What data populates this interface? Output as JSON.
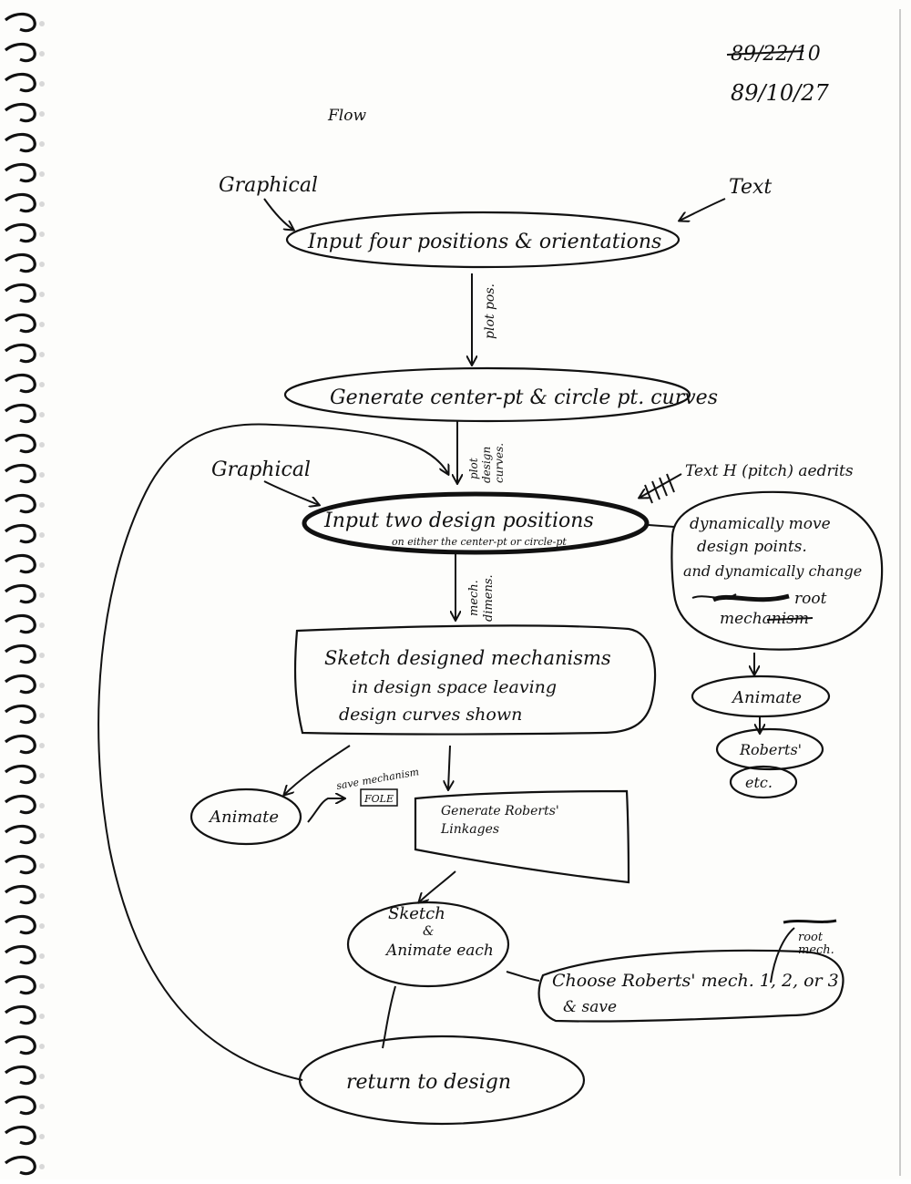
{
  "page": {
    "date_struck": "89/22/10",
    "date": "89/10/27",
    "title": "Flow"
  },
  "nodes": {
    "input_four": "Input four positions & orientations",
    "generate_curves": "Generate center-pt & circle pt. curves",
    "input_two": "Input two design positions",
    "input_two_sub": "on either the center-pt or circle-pt",
    "sketch_designed_1": "Sketch designed mechanisms",
    "sketch_designed_2": "in design space leaving",
    "sketch_designed_3": "design curves shown",
    "animate_left": "Animate",
    "generate_roberts_1": "Generate Roberts'",
    "generate_roberts_2": "Linkages",
    "sketch_animate_1": "Sketch",
    "sketch_animate_2": "&",
    "sketch_animate_3": "Animate each",
    "choose_roberts_1": "Choose Roberts' mech. 1, 2, or 3",
    "choose_roberts_2": "& save",
    "return_design": "return to design",
    "dyn_1": "dynamically move",
    "dyn_2": "design points.",
    "dyn_3": "and dynamically change",
    "dyn_4": "root",
    "dyn_5": "mechanism",
    "animate_right": "Animate",
    "roberts_right": "Roberts'",
    "etc": "etc."
  },
  "labels": {
    "graphical_top": "Graphical",
    "text_top": "Text",
    "plot_pos": "plot pos.",
    "plot_design_curves_1": "plot",
    "plot_design_curves_2": "design",
    "plot_design_curves_3": "curves.",
    "graphical_mid": "Graphical",
    "text_mid": "Text H (pitch) aedrits",
    "mech_dimens_1": "mech.",
    "mech_dimens_2": "dimens.",
    "save_mechanism_1": "save mechanism",
    "save_mechanism_2": "FOLE",
    "root_mech_1": "root",
    "root_mech_2": "mech."
  }
}
